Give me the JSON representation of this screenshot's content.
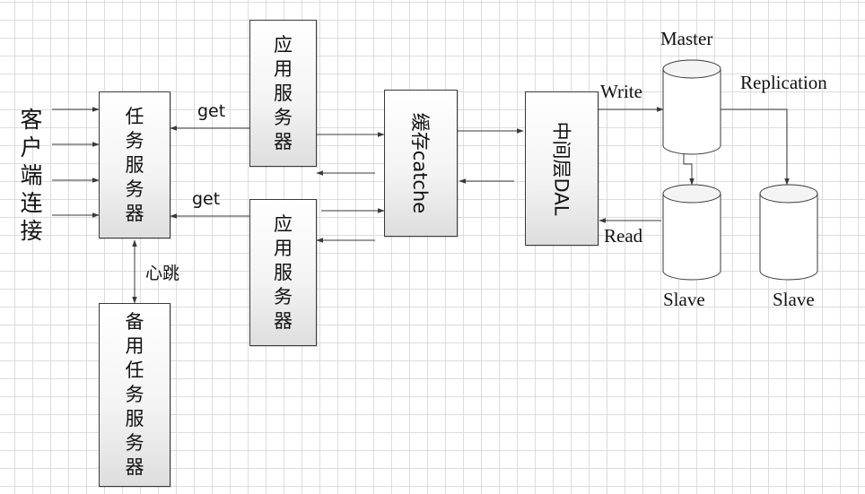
{
  "nodes": {
    "client": "客户端连接",
    "task_server": "任务服务器",
    "backup_task_server": "备用任务服务器",
    "app_server_1": "应用服务器",
    "app_server_2": "应用服务器",
    "cache": "缓存catche",
    "dal": "中间层DAL",
    "master": "Master",
    "slave_1": "Slave",
    "slave_2": "Slave"
  },
  "edges": {
    "get_1": "get",
    "get_2": "get",
    "heartbeat": "心跳",
    "write": "Write",
    "read": "Read",
    "replication": "Replication"
  }
}
